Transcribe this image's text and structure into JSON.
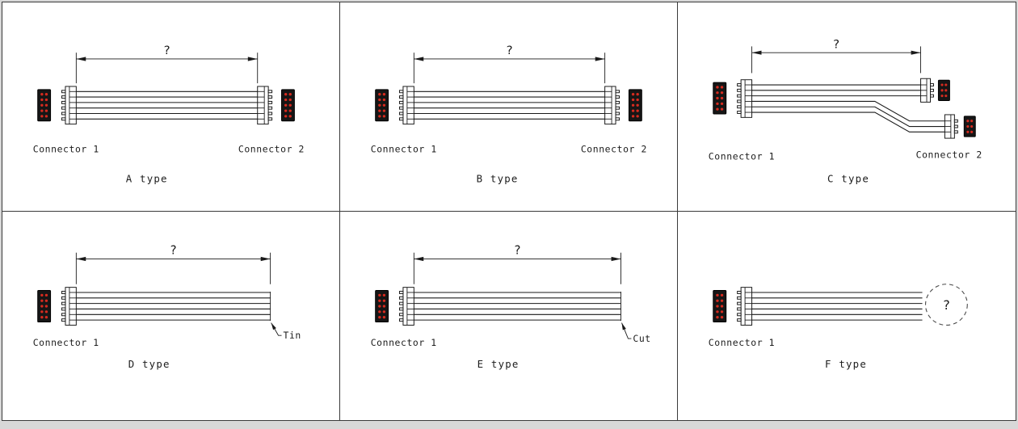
{
  "diagram": {
    "colors": {
      "line": "#1a1a1a",
      "pin": "#d62b1f"
    },
    "panels": [
      {
        "title": "A type",
        "connector1_label": "Connector 1",
        "connector2_label": "Connector 2",
        "dim_label": "?"
      },
      {
        "title": "B type",
        "connector1_label": "Connector 1",
        "connector2_label": "Connector 2",
        "dim_label": "?"
      },
      {
        "title": "C type",
        "connector1_label": "Connector 1",
        "connector2_label": "Connector 2",
        "dim_label": "?"
      },
      {
        "title": "D type",
        "connector1_label": "Connector 1",
        "dim_label": "?",
        "end_label": "Tin"
      },
      {
        "title": "E type",
        "connector1_label": "Connector 1",
        "dim_label": "?",
        "end_label": "Cut"
      },
      {
        "title": "F type",
        "connector1_label": "Connector 1",
        "end_label": "?"
      }
    ]
  }
}
